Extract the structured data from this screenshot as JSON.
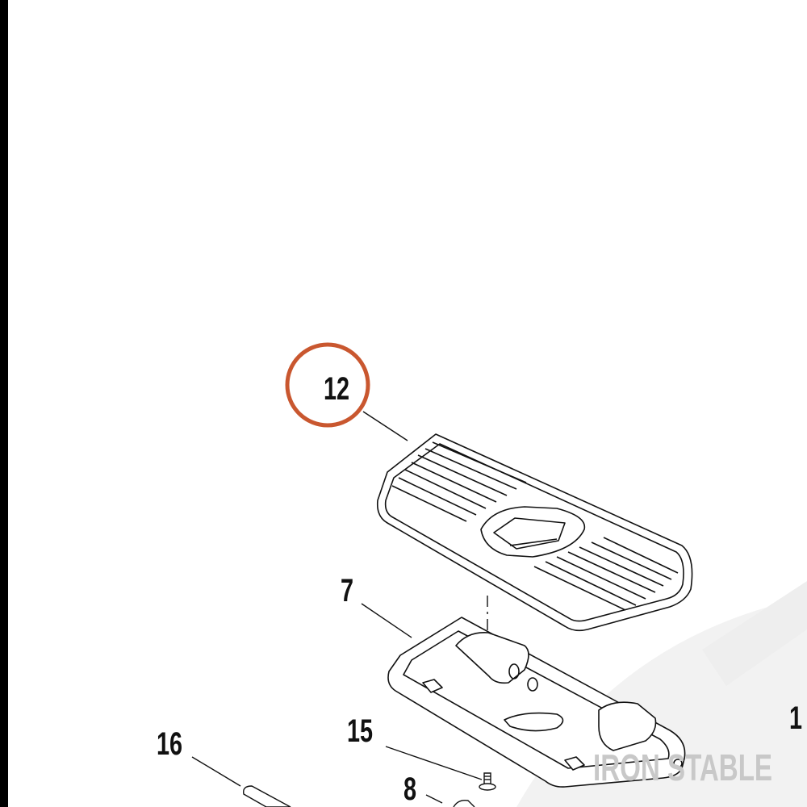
{
  "callouts": {
    "part_12": "12",
    "part_7": "7",
    "part_15": "15",
    "part_16": "16",
    "part_8": "8",
    "part_edge": "1"
  },
  "highlight": {
    "part": "12",
    "circle_color": "#c9572f"
  },
  "watermark": "IRON STABLE",
  "colors": {
    "line": "#111111",
    "watermark": "#c8c8c8",
    "edge_bar": "#000000"
  }
}
